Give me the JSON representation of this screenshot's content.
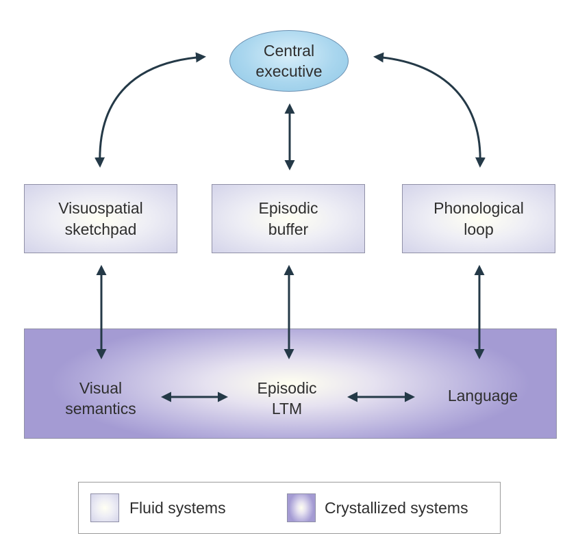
{
  "central_executive": {
    "line1": "Central",
    "line2": "executive"
  },
  "fluid_boxes": [
    {
      "line1": "Visuospatial",
      "line2": "sketchpad"
    },
    {
      "line1": "Episodic",
      "line2": "buffer"
    },
    {
      "line1": "Phonological",
      "line2": "loop"
    }
  ],
  "crystallized": [
    {
      "line1": "Visual",
      "line2": "semantics"
    },
    {
      "line1": "Episodic",
      "line2": "LTM"
    },
    {
      "line1": "Language",
      "line2": ""
    }
  ],
  "legend": {
    "fluid": "Fluid systems",
    "crystallized": "Crystallized systems"
  },
  "colors": {
    "arrow": "#243947",
    "central_executive_fill": "#a9d6ee",
    "fluid_fill": "#dcdcee",
    "crystallized_fill": "#a49bd3"
  }
}
